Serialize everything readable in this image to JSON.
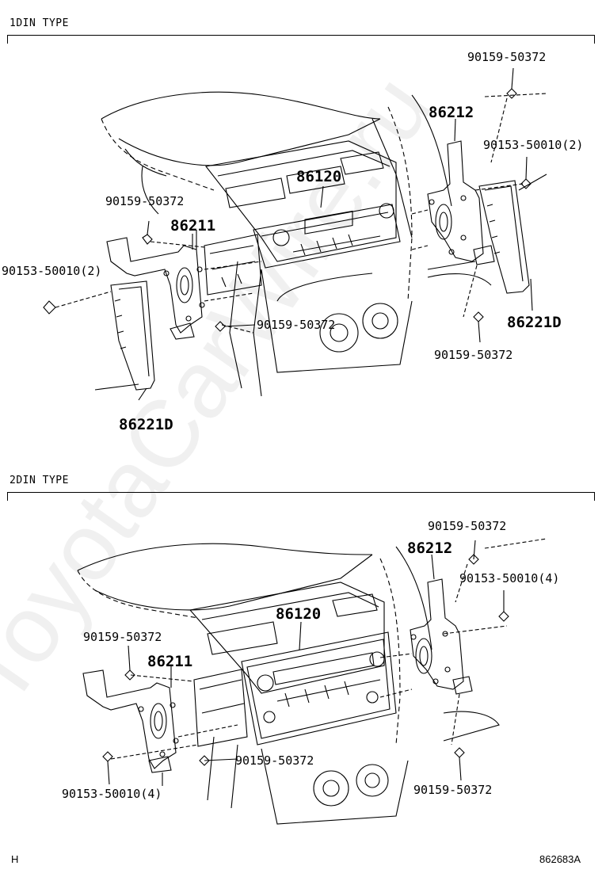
{
  "sections": [
    {
      "title": "1DIN TYPE",
      "labels": {
        "a": "90159-50372",
        "b": "86212",
        "c": "90153-50010(2)",
        "d": "86120",
        "e": "90159-50372",
        "f": "86211",
        "g": "90153-50010(2)",
        "h": "90159-50372",
        "i": "86221D",
        "j": "90159-50372",
        "k": "86221D"
      }
    },
    {
      "title": "2DIN TYPE",
      "labels": {
        "a": "90159-50372",
        "b": "86212",
        "c": "90153-50010(4)",
        "d": "86120",
        "e": "90159-50372",
        "f": "86211",
        "g": "90159-50372",
        "h": "90153-50010(4)",
        "i": "90159-50372"
      }
    }
  ],
  "footer": {
    "left": "H",
    "right": "862683A"
  },
  "watermark": "ToyotaCarWire.ru"
}
